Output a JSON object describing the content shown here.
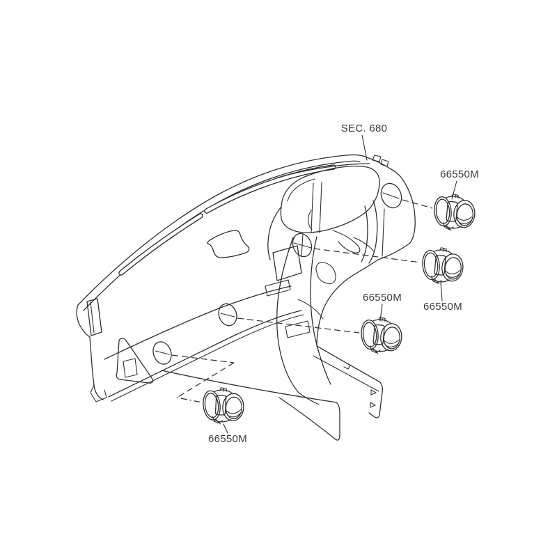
{
  "diagram": {
    "type": "parts-diagram",
    "section_callout": {
      "label": "SEC. 680"
    },
    "callouts": [
      {
        "id": "ventilator-top-right",
        "label": "66550M"
      },
      {
        "id": "ventilator-right",
        "label": "66550M"
      },
      {
        "id": "ventilator-middle",
        "label": "66550M"
      },
      {
        "id": "ventilator-bottom-left",
        "label": "66550M"
      }
    ],
    "colors": {
      "line": "#2f2f2f",
      "label_text": "#3a3a3a",
      "background": "#ffffff"
    }
  }
}
